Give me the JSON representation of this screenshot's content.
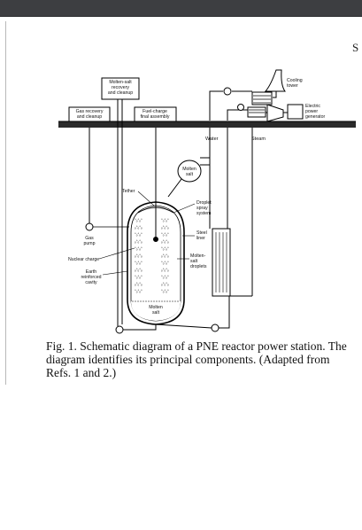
{
  "page": {
    "corner_letter": "S"
  },
  "diagram": {
    "labels": {
      "molten_salt_recovery": [
        "Molten-salt",
        "recovery",
        "and cleanup"
      ],
      "gas_recovery": [
        "Gas recovery",
        "and cleanup"
      ],
      "fuel_charge": [
        "Fuel-charge",
        "final assembly"
      ],
      "cooling_tower": [
        "Cooling",
        "tower"
      ],
      "electric_generator": [
        "Electric",
        "power",
        "generator"
      ],
      "water": "Water",
      "steam": "Steam",
      "molten_salt_tank": [
        "Molten",
        "salt"
      ],
      "tether": "Tether",
      "droplet_spray": [
        "Droplet",
        "spray",
        "system"
      ],
      "steel_liner": [
        "Steel",
        "liner"
      ],
      "molten_salt_droplets": [
        "Molten-",
        "salt",
        "droplets"
      ],
      "gas_pump": [
        "Gas",
        "pump"
      ],
      "nuclear_charge": "Nuclear charge",
      "earth_cavity": [
        "Earth",
        "reinforced",
        "cavity"
      ],
      "molten_salt_bottom": [
        "Molten",
        "salt"
      ]
    }
  },
  "caption": {
    "text": "Fig. 1.  Schematic diagram of a PNE reactor power station. The diagram identifies its principal components. (Adapted from Refs. 1 and 2.)"
  }
}
